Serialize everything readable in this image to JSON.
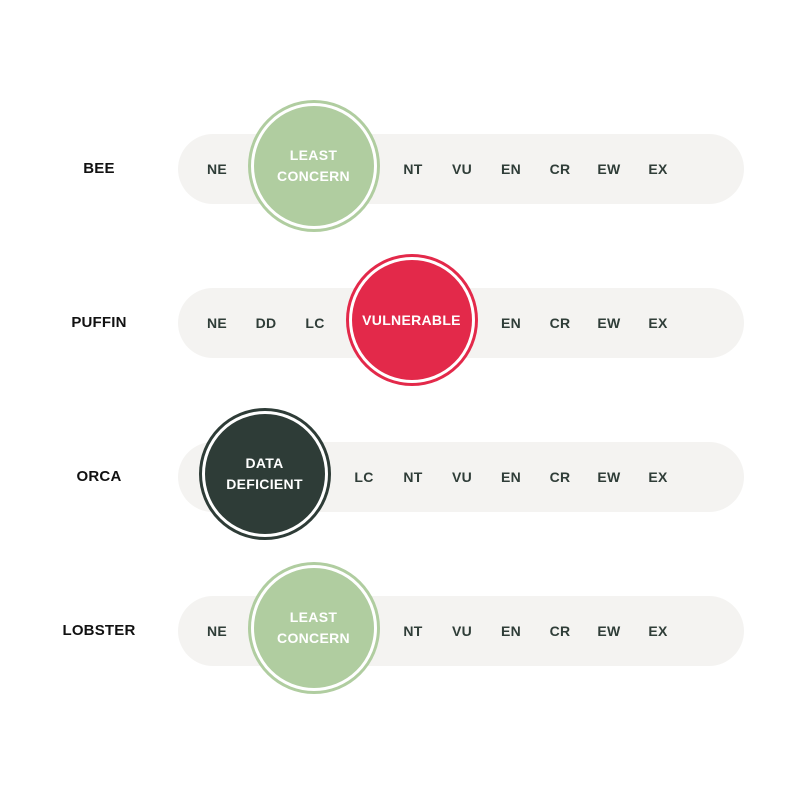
{
  "colors": {
    "track": "#f4f3f1",
    "code_text": "#2f3d38",
    "LC": "#b0cda0",
    "VU": "#e3294a",
    "DD": "#2e3c37"
  },
  "codes": [
    "NE",
    "DD",
    "LC",
    "NT",
    "VU",
    "EN",
    "CR",
    "EW",
    "EX"
  ],
  "rows": [
    {
      "animal": "BEE",
      "status": "LC",
      "status_lines": [
        "LEAST",
        "CONCERN"
      ]
    },
    {
      "animal": "PUFFIN",
      "status": "VU",
      "status_lines": [
        "VULNERABLE"
      ]
    },
    {
      "animal": "ORCA",
      "status": "DD",
      "status_lines": [
        "DATA",
        "DEFICIENT"
      ]
    },
    {
      "animal": "LOBSTER",
      "status": "LC",
      "status_lines": [
        "LEAST",
        "CONCERN"
      ]
    }
  ]
}
